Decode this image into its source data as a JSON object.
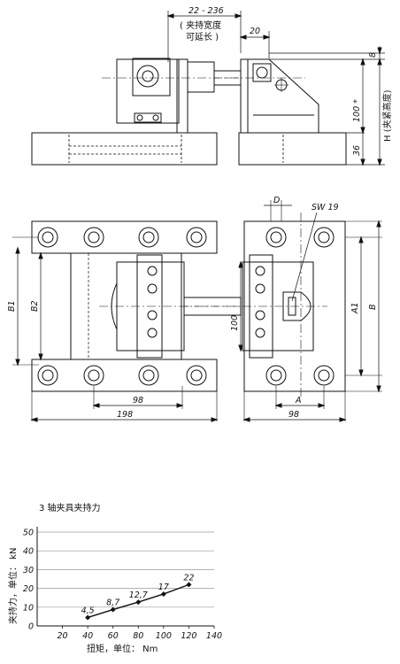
{
  "side_view": {
    "dim_width": "22 - 236",
    "dim_width_note_1": "( 夹持宽度",
    "dim_width_note_2": "可延长 )",
    "dim_20": "20",
    "dim_8": "8",
    "dim_100": "100 *",
    "dim_h": "H (夹紧高度)",
    "dim_36": "36"
  },
  "top_view": {
    "dim_b1": "B1",
    "dim_b2": "B2",
    "dim_98_inner": "98",
    "dim_198": "198",
    "dim_d": "D",
    "dim_sw": "SW 19",
    "dim_100": "100",
    "dim_a1": "A1",
    "dim_b": "B",
    "dim_a": "A",
    "dim_98_right": "98"
  },
  "chart_data": {
    "type": "line",
    "title": "3 轴夹具夹持力",
    "xlabel": "扭矩，单位： Nm",
    "ylabel": "夹持力，单位： kN",
    "xlim": [
      0,
      140
    ],
    "ylim": [
      0,
      50
    ],
    "x_ticks": [
      20,
      40,
      60,
      80,
      100,
      120,
      140
    ],
    "y_ticks": [
      0,
      10,
      20,
      30,
      40,
      50
    ],
    "grid": true,
    "series": [
      {
        "x": [
          40,
          60,
          80,
          100,
          120
        ],
        "y": [
          4.5,
          8.7,
          12.7,
          17,
          22
        ],
        "labels": [
          "4,5",
          "8,7",
          "12,7",
          "17",
          "22"
        ]
      }
    ]
  }
}
